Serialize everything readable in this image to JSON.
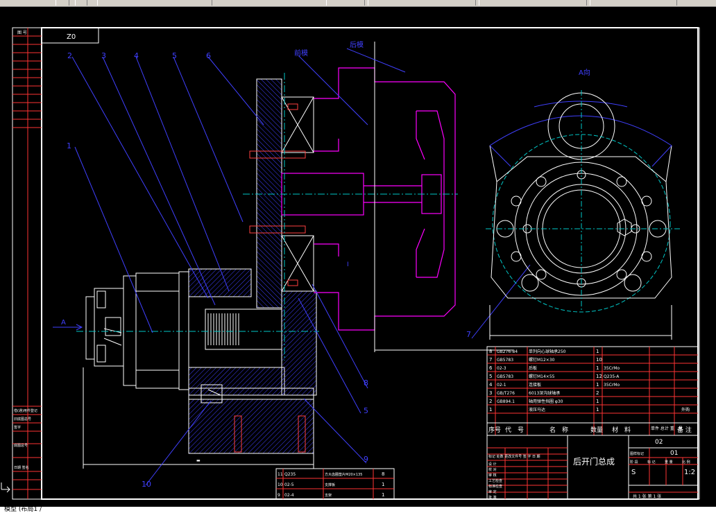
{
  "toolbar": {
    "tabs": [
      "",
      "",
      "",
      "",
      ""
    ]
  },
  "drawing": {
    "sheet_code": "Z0",
    "view_label": "A向",
    "arrow_label": "A",
    "top_labels": [
      "前模",
      "后模"
    ],
    "callouts": [
      "1",
      "2",
      "3",
      "4",
      "5",
      "6",
      "7",
      "8",
      "5",
      "9",
      "10"
    ],
    "center_mark": "I",
    "left_strip": {
      "top_header": "图 号",
      "mid_labels": [
        "借(通)用件登记",
        "旧底图总号",
        "底图总号",
        "日期 签名"
      ],
      "mid_label_single": "签字"
    }
  },
  "bom": {
    "rows": [
      {
        "no": "8",
        "code": "GB276-84",
        "name": "单列向心球轴承250",
        "qty": "1",
        "mat": "",
        "note": ""
      },
      {
        "no": "7",
        "code": "GB5783",
        "name": "螺钉M12×30",
        "qty": "10",
        "mat": "",
        "note": ""
      },
      {
        "no": "6",
        "code": "02-3",
        "name": "后板",
        "qty": "1",
        "mat": "35CrMo",
        "note": ""
      },
      {
        "no": "5",
        "code": "GB5783",
        "name": "螺钉M14×55",
        "qty": "12",
        "mat": "Q235-A",
        "note": ""
      },
      {
        "no": "4",
        "code": "02-1",
        "name": "连接板",
        "qty": "1",
        "mat": "35CrMo",
        "note": ""
      },
      {
        "no": "3",
        "code": "GB/T276",
        "name": "6013深沟球轴承",
        "qty": "2",
        "mat": "",
        "note": ""
      },
      {
        "no": "2",
        "code": "GB894.1",
        "name": "轴用弹性挡圈 φ30",
        "qty": "1",
        "mat": "",
        "note": ""
      },
      {
        "no": "1",
        "code": "",
        "name": "液压马达",
        "qty": "1",
        "mat": "",
        "note": "外购"
      }
    ],
    "lower_rows": [
      {
        "no": "11",
        "code": "Q235",
        "name": "方大齿圈垫片M20×135",
        "qty": "8"
      },
      {
        "no": "10",
        "code": "02-5",
        "name": "支撑板",
        "qty": "1"
      },
      {
        "no": "9",
        "code": "02-4",
        "name": "支架",
        "qty": "1"
      }
    ],
    "headers": [
      "序号",
      "代　号",
      "名　称",
      "数量",
      "材　料",
      "单件 总计 重　量",
      "备 注"
    ]
  },
  "titleblock": {
    "title": "后开门总成",
    "drawing_no": "02",
    "part_no": "01",
    "scale": "1:2",
    "stage_mark": "S",
    "sheet_info": "共 1 张   第 1 张",
    "rev_headers": "标记 处数 更改文件号 签 字 日 期",
    "left_rows": [
      "设 计",
      "校 对",
      "审 核",
      "工艺检查",
      "标准检查",
      "审 定",
      "批 准"
    ],
    "right_header": [
      "阶 段",
      "标 记",
      "重 量",
      "比 例"
    ],
    "right_header2": "图样标记"
  },
  "statusbar": {
    "command": "模型 (布局1 /"
  }
}
